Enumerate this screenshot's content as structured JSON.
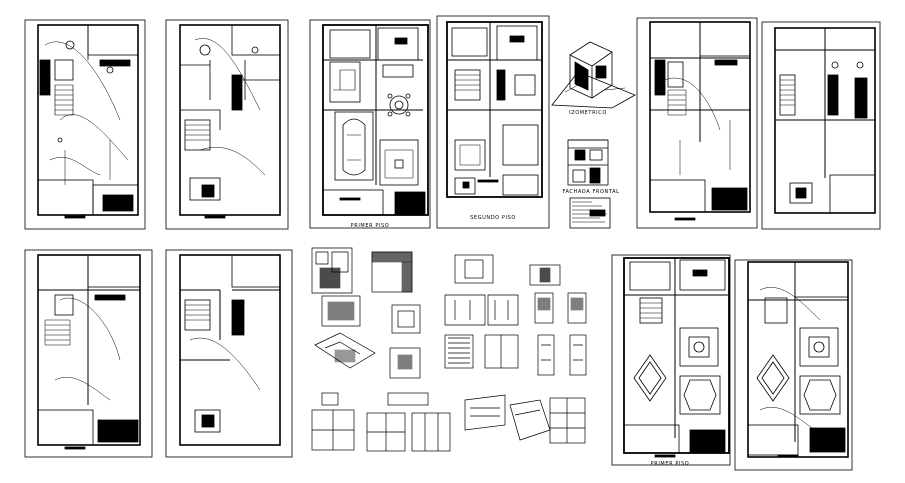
{
  "labels": {
    "primer_piso_top": "PRIMER PISO",
    "segundo_piso": "SEGUNDO PISO",
    "izometrico": "IZOMETRICO",
    "fachada_frontal": "FACHADA FRONTAL",
    "primer_piso_bottom": "PRIMER PISO"
  }
}
